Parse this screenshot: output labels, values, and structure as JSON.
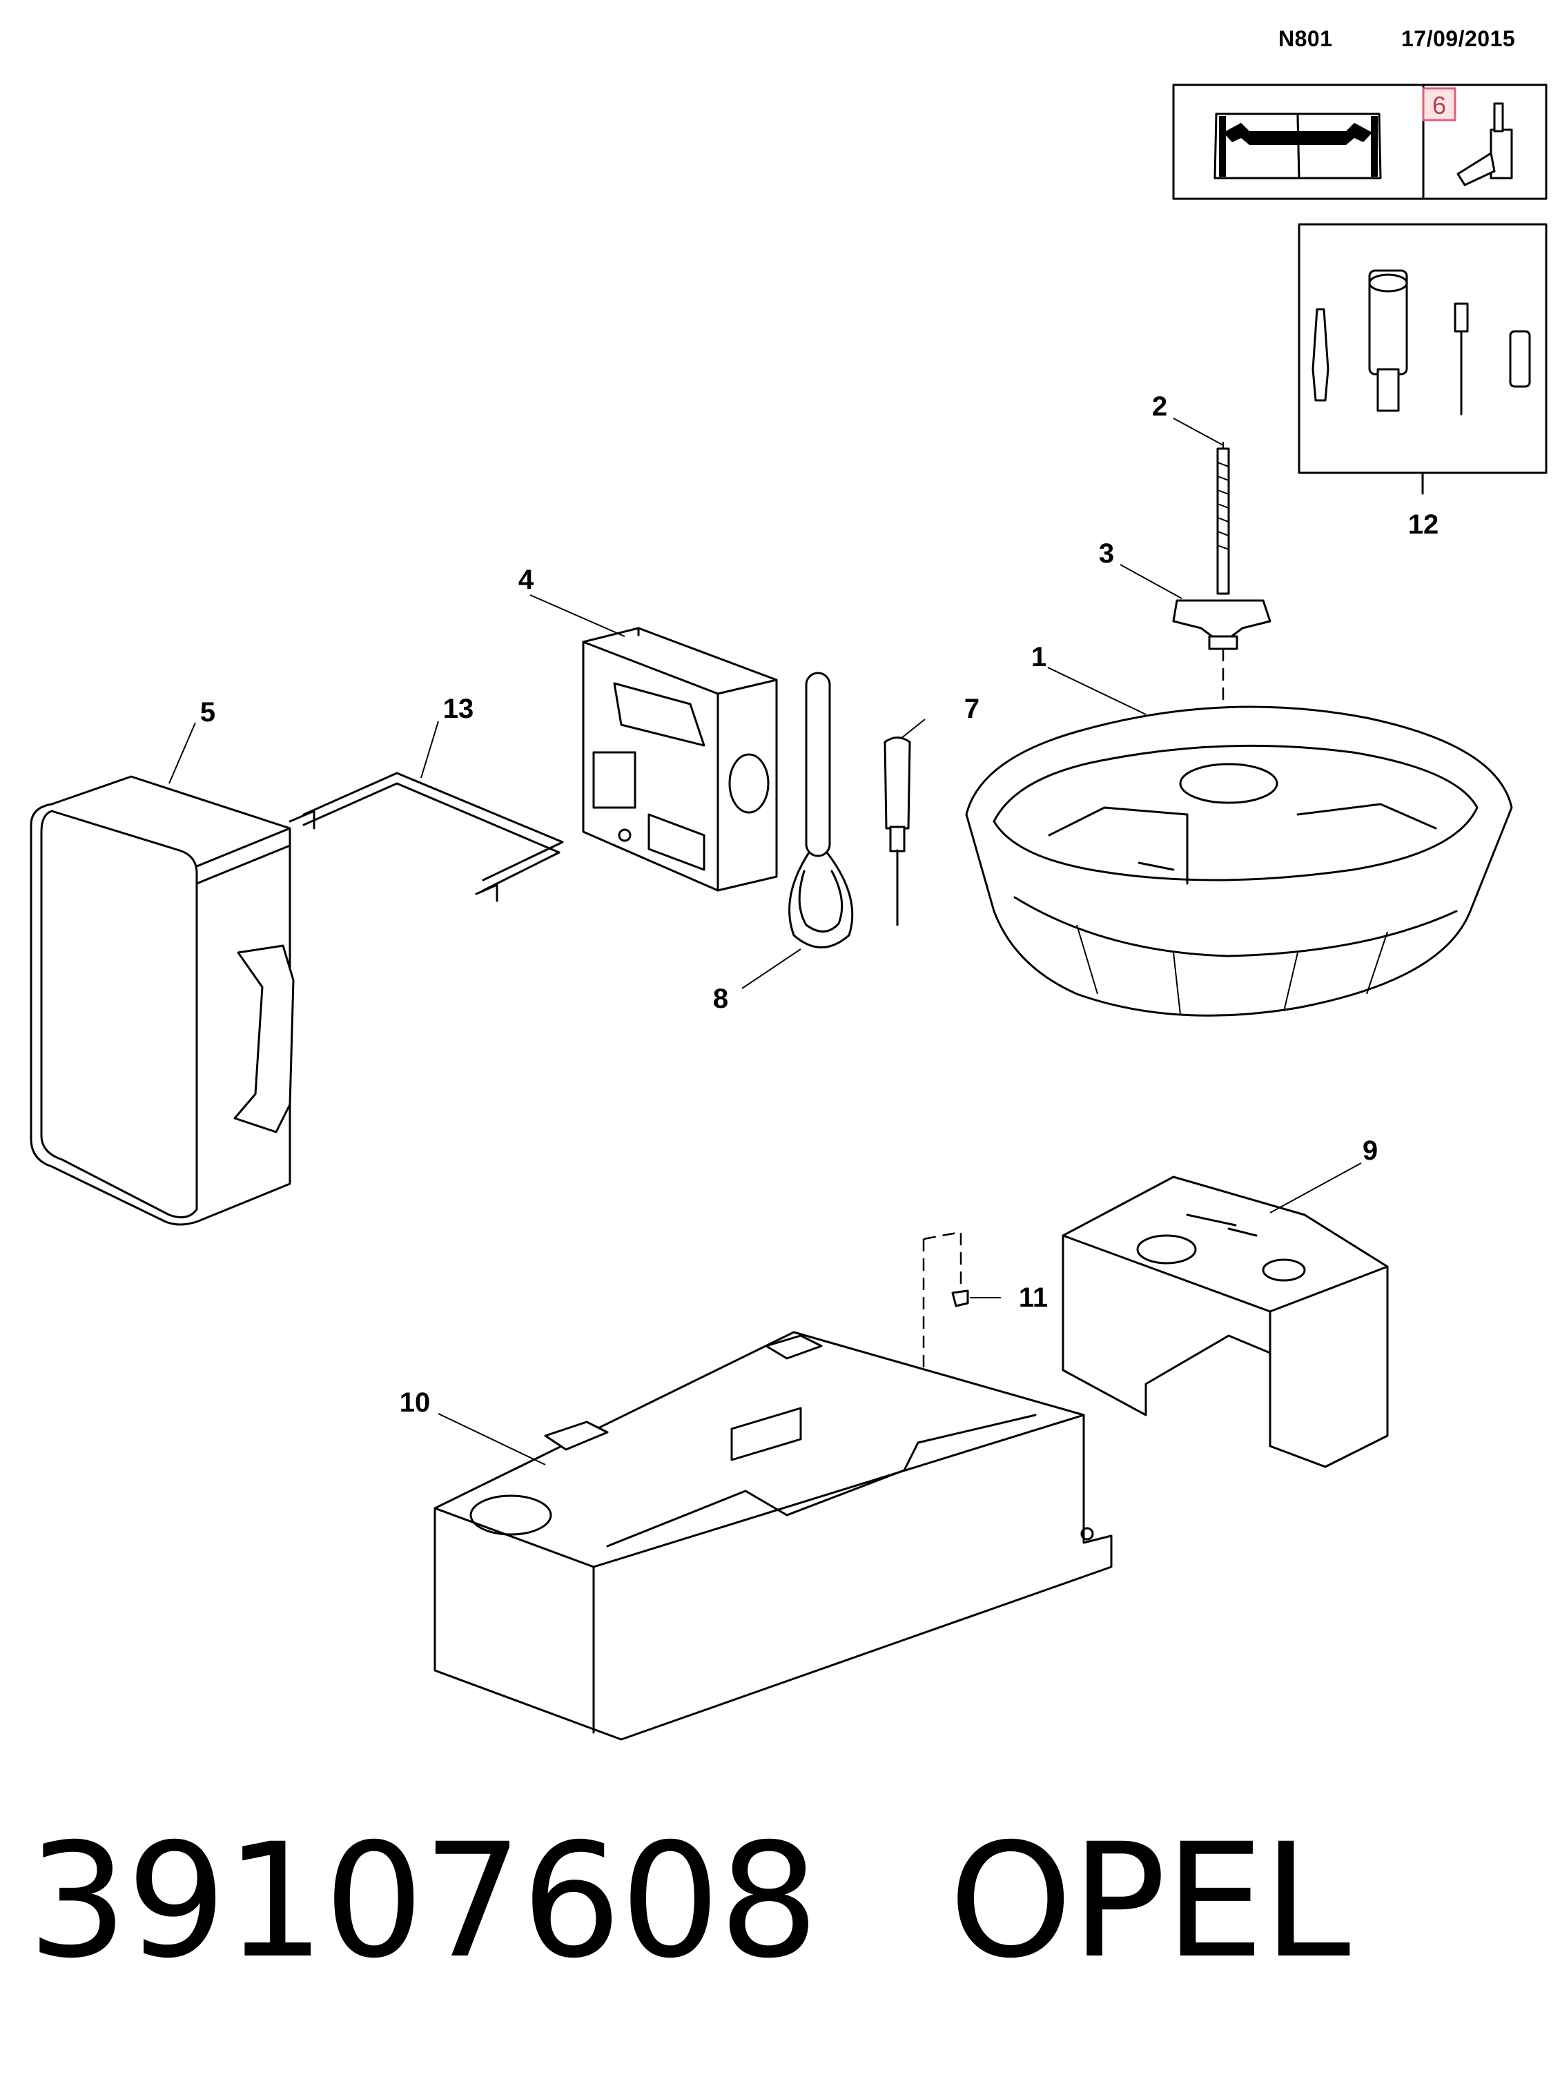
{
  "header": {
    "code": "N801",
    "date": "17/09/2015",
    "ref_badge": "6"
  },
  "callouts": {
    "c1": "1",
    "c2": "2",
    "c3": "3",
    "c4": "4",
    "c5": "5",
    "c7": "7",
    "c8": "8",
    "c9": "9",
    "c10": "10",
    "c11": "11",
    "c12": "12",
    "c13": "13"
  },
  "footer": {
    "part_number": "39107608",
    "brand": "OPEL"
  },
  "icons": {
    "manual": "book-wrench-icon",
    "badge_part": "valve-adapter-icon"
  },
  "colors": {
    "badge_border": "#e06070",
    "badge_fill": "#fbe3e6",
    "badge_text": "#b04050"
  }
}
